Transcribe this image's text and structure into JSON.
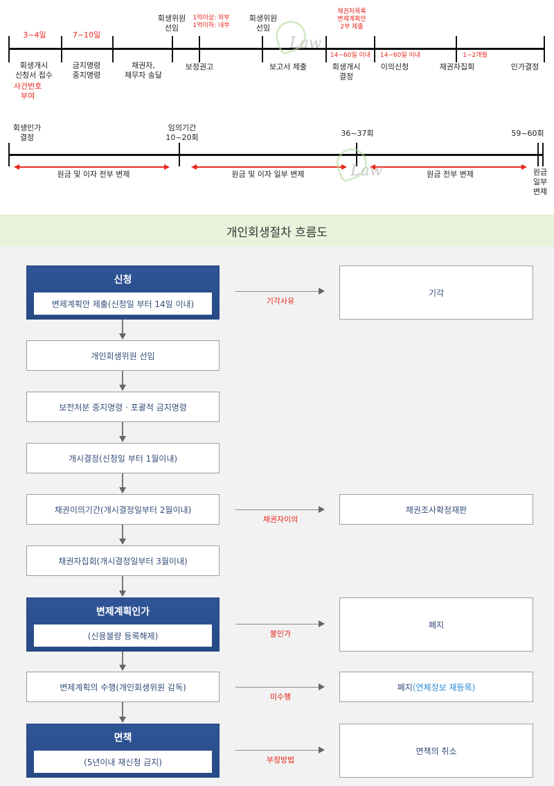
{
  "timeline1": {
    "labels": {
      "apply": "회생개시\n신청서 접수",
      "case_no": "사건번호\n부여",
      "prohibit": "금지명령\n중지명령",
      "send": "채권자,\n채무자 송달",
      "advice": "보정권고",
      "appoint1": "회생위원\n선임",
      "limit": "1억이상: 외부\n1억이하: 내부",
      "appoint2": "회생위원\n선임",
      "report": "보고서 제출",
      "submit_note": "채권자목록\n변제계획안\n2부 제출",
      "start": "회생개시\n결정",
      "objection": "이의신청",
      "meeting": "채권자집회",
      "approval": "인가결정"
    },
    "durations": {
      "d1": "3~4일",
      "d2": "7~10일",
      "d3": "14~60일 이내",
      "d4": "14~60일 이내",
      "d5": "1~2개월"
    }
  },
  "timeline2": {
    "start": "회생인가\n결정",
    "period": "임의기간\n10~20회",
    "mid": "36~37회",
    "end_count": "59~60회",
    "end": "원금\n일부\n변제",
    "span1": "원금 및 이자 전부 변제",
    "span2": "원금 및 이자 일부 변제",
    "span3": "원금 전부 변제"
  },
  "watermark": "Law",
  "section_title": "개인회생절차 흐름도",
  "flow": {
    "apply": {
      "title": "신청",
      "sub": "변제계획안 제출(신청일 부터 14일 이내)"
    },
    "step2": "개인회생위원 선임",
    "step3": "보전처분 중지명령 · 포괄적 금지명령",
    "step4": "개시결정(신청일 부터 1월이내)",
    "step5": "채권이의기간(개시결정일부터 2월이내)",
    "step6": "채권자집회(개시결정일부터 3월이내)",
    "approve": {
      "title": "변제계획인가",
      "sub": "(신용불량 등록해제)"
    },
    "step8": "변제계획의 수행(개인회생위원 감독)",
    "exempt": {
      "title": "면책",
      "sub": "(5년이내 재신청 금지)"
    }
  },
  "branches": {
    "b1": {
      "reason": "기각사유",
      "result": "기각"
    },
    "b2": {
      "reason": "채권자이의",
      "result": "채권조사확정재판"
    },
    "b3": {
      "reason": "불인가",
      "result": "폐지"
    },
    "b4": {
      "reason": "미수행",
      "result": "폐지",
      "result_note": "(연체정보 재등록)"
    },
    "b5": {
      "reason": "부정방법",
      "result": "면책의 취소"
    }
  }
}
